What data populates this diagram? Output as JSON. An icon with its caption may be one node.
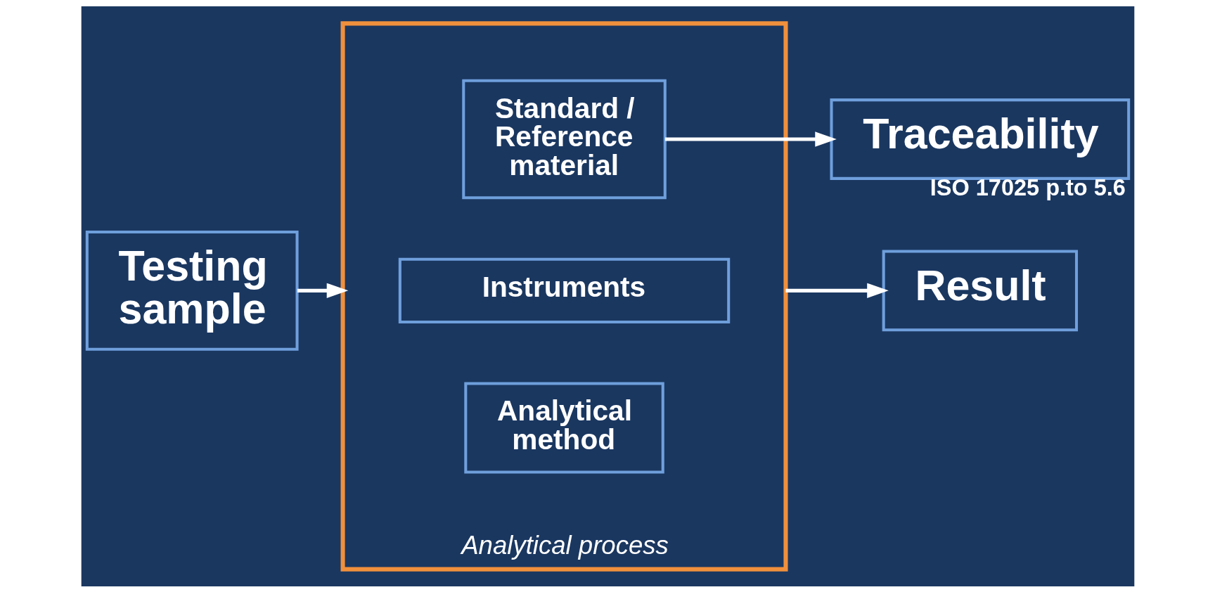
{
  "diagram": {
    "nodes": [
      {
        "text": [
          "Analytical process"
        ]
      },
      {
        "text": [
          "Analytical method"
        ],
        "in": 0
      },
      {
        "text": [
          "Instruments"
        ],
        "in": 0
      },
      {
        "text": [
          "Standard / Reference material"
        ],
        "in": 0
      },
      {
        "text": [
          "Testing sample"
        ]
      },
      {
        "text": [
          "Result"
        ]
      },
      {
        "text": [
          "Traceability"
        ],
        "beside": [
          "ISO 17025 p.to 5.6"
        ]
      }
    ],
    "edges": [
      {
        "from": 4,
        "to": 0,
        "arrow": "to"
      },
      {
        "from": 0,
        "to": 5,
        "arrow": "to"
      },
      {
        "from": 3,
        "to": 6,
        "arrow": "to"
      }
    ]
  }
}
